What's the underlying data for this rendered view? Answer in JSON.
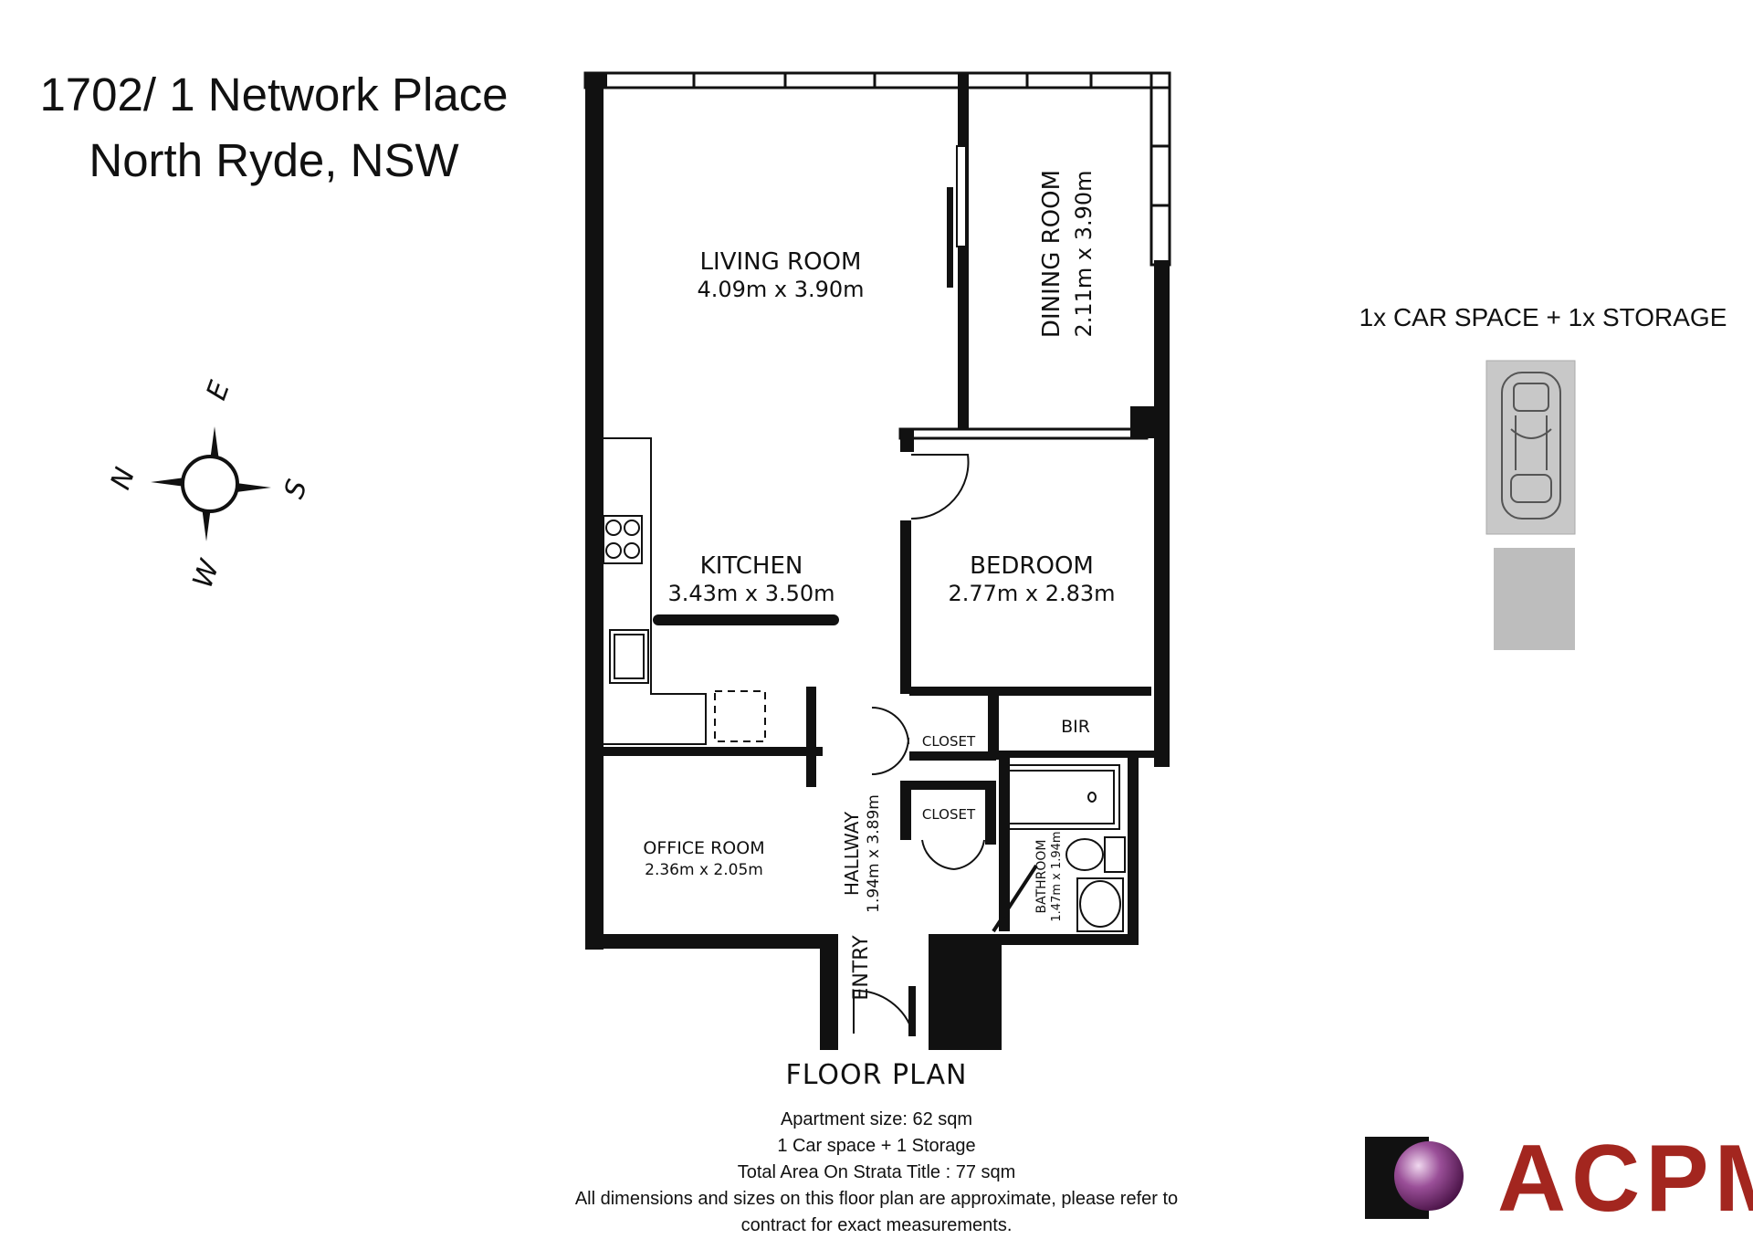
{
  "header": {
    "address_line1": "1702/ 1 Network Place",
    "address_line2": "North Ryde, NSW"
  },
  "compass": {
    "north": "N",
    "east": "E",
    "south": "S",
    "west": "W"
  },
  "rooms": {
    "living_room": {
      "name": "LIVING ROOM",
      "size": "4.09m x 3.90m"
    },
    "dining_room": {
      "name": "DINING ROOM",
      "size": "2.11m x 3.90m"
    },
    "kitchen": {
      "name": "KITCHEN",
      "size": "3.43m x 3.50m"
    },
    "bedroom": {
      "name": "BEDROOM",
      "size": "2.77m x 2.83m"
    },
    "office_room": {
      "name": "OFFICE ROOM",
      "size": "2.36m x 2.05m"
    },
    "hallway": {
      "name": "HALLWAY",
      "size": "1.94m x 3.89m"
    },
    "bathroom": {
      "name": "BATHROOM",
      "size": "1.47m x 1.94m"
    },
    "closet_1": "CLOSET",
    "closet_2": "CLOSET",
    "bir": "BIR",
    "entry": "ENTRY"
  },
  "floor_plan": {
    "title": "FLOOR PLAN",
    "notes": [
      "Apartment size: 62 sqm",
      "1 Car space + 1 Storage",
      "Total Area On Strata Title : 77  sqm",
      "All dimensions and sizes on this floor plan are approximate, please refer to",
      "contract for exact measurements."
    ]
  },
  "parking": {
    "title": "1x CAR SPACE + 1x STORAGE"
  },
  "logo": {
    "text": "ACPM",
    "color": "#a3261f",
    "sphere_color": "#7b2d7a"
  },
  "colors": {
    "wall": "#111111",
    "car_space": "#c8c8c8",
    "storage": "#bdbdbd"
  }
}
